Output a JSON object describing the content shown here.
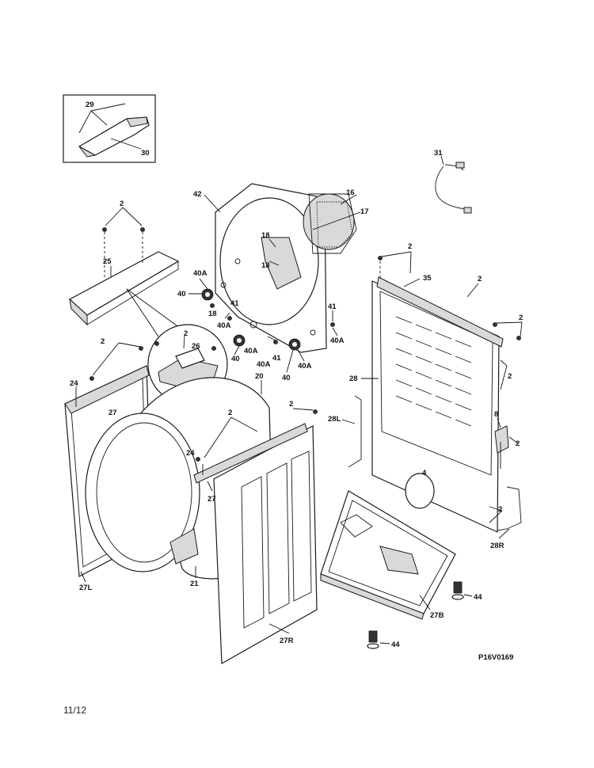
{
  "diagram": {
    "reference_code": "P16V0169",
    "page_number": "11/12",
    "callouts": {
      "c2": "2",
      "c4": "4",
      "c8": "8",
      "c16": "16",
      "c17": "17",
      "c18": "18",
      "c20": "20",
      "c21": "21",
      "c24": "24",
      "c25": "25",
      "c26": "26",
      "c27": "27",
      "c27L": "27L",
      "c27R": "27R",
      "c27B": "27B",
      "c28": "28",
      "c28L": "28L",
      "c28R": "28R",
      "c29": "29",
      "c30": "30",
      "c31": "31",
      "c35": "35",
      "c40": "40",
      "c40A": "40A",
      "c41": "41",
      "c42": "42",
      "c44": "44"
    }
  }
}
